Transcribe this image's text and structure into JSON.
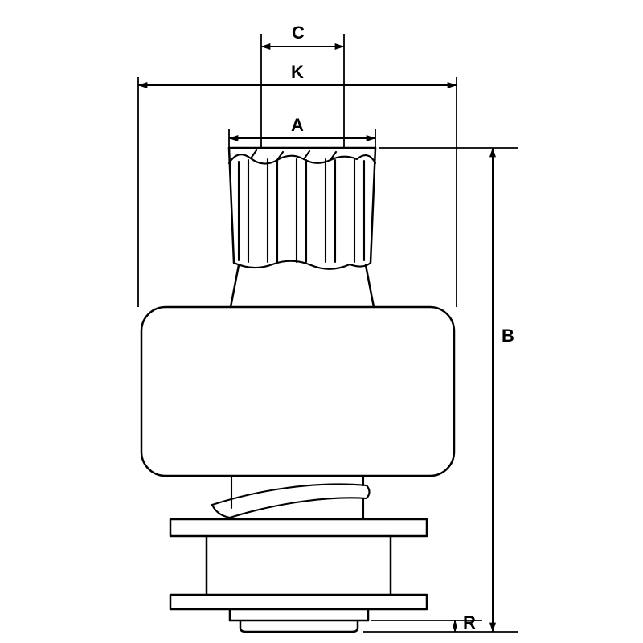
{
  "page": {
    "background": "#ffffff",
    "line_color": "#000000"
  },
  "diagram": {
    "type": "technical-drawing",
    "labels": {
      "C": "C",
      "K": "K",
      "A": "A",
      "B": "B",
      "R": "R"
    }
  }
}
